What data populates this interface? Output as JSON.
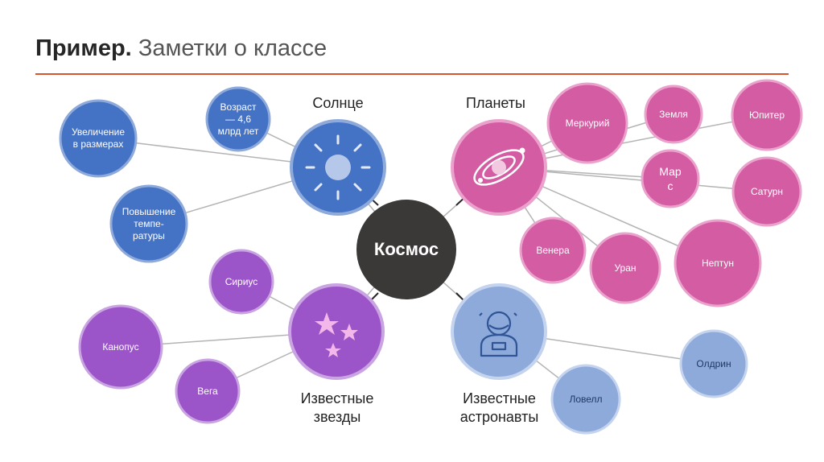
{
  "title": {
    "bold": "Пример.",
    "rest": "Заметки о классе"
  },
  "colors": {
    "blue": "#4472c4",
    "pink": "#d45ca2",
    "purple": "#9b55c8",
    "lightblue": "#8eaadb",
    "center": "#3b3838",
    "accent": "#d9532c"
  },
  "center": {
    "label": "Космос"
  },
  "categories": {
    "sun": {
      "label": "Солнце",
      "icon": "sun-icon"
    },
    "planets": {
      "label": "Планеты",
      "icon": "solar-system-icon"
    },
    "stars": {
      "label": "Известные\nзвезды",
      "icon": "stars-icon"
    },
    "astronauts": {
      "label": "Известные\nастронавты",
      "icon": "astronaut-icon"
    }
  },
  "sun_facts": [
    "Увеличение\nв размерах",
    "Возраст\n— 4,6\nмлрд лет",
    "Повышение\nтемпе-\nратуры"
  ],
  "planets": [
    "Меркурий",
    "Земля",
    "Юпитер",
    "Мар\nс",
    "Сатурн",
    "Венера",
    "Уран",
    "Нептун"
  ],
  "stars": [
    "Сириус",
    "Канопус",
    "Вега"
  ],
  "astronauts": [
    "Олдрин",
    "Ловелл"
  ]
}
